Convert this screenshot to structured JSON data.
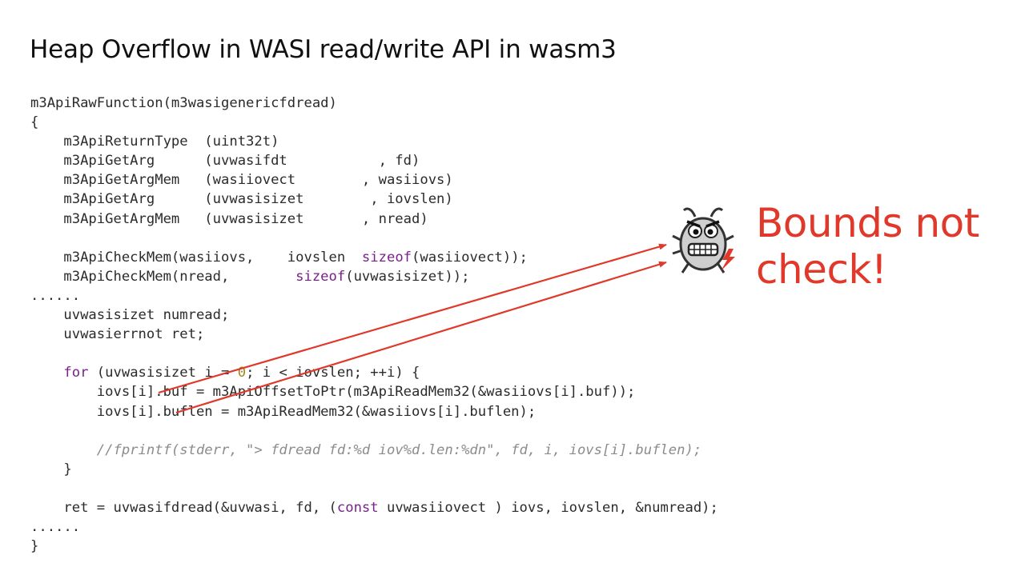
{
  "slide": {
    "title": "Heap Overflow in WASI read/write API in wasm3"
  },
  "code": {
    "lines": [
      [
        {
          "t": "m3ApiRawFunction(m3wasigenericfdread)"
        }
      ],
      [
        {
          "t": "{"
        }
      ],
      [
        {
          "t": "    m3ApiReturnType  (uint32t)"
        }
      ],
      [
        {
          "t": "    m3ApiGetArg      (uvwasifdt           , fd)"
        }
      ],
      [
        {
          "t": "    m3ApiGetArgMem   (wasiiovect        , wasiiovs)"
        }
      ],
      [
        {
          "t": "    m3ApiGetArg      (uvwasisizet        , iovslen)"
        }
      ],
      [
        {
          "t": "    m3ApiGetArgMem   (uvwasisizet       , nread)"
        }
      ],
      [
        {
          "t": ""
        }
      ],
      [
        {
          "t": "    m3ApiCheckMem(wasiiovs,    iovslen  "
        },
        {
          "t": "sizeof",
          "c": "kw"
        },
        {
          "t": "(wasiiovect));"
        }
      ],
      [
        {
          "t": "    m3ApiCheckMem(nread,        "
        },
        {
          "t": "sizeof",
          "c": "kw"
        },
        {
          "t": "(uvwasisizet));"
        }
      ],
      [
        {
          "t": "......"
        }
      ],
      [
        {
          "t": "    uvwasisizet numread;"
        }
      ],
      [
        {
          "t": "    uvwasierrnot ret;"
        }
      ],
      [
        {
          "t": ""
        }
      ],
      [
        {
          "t": "    "
        },
        {
          "t": "for",
          "c": "kw"
        },
        {
          "t": " (uvwasisizet i = "
        },
        {
          "t": "0",
          "c": "num"
        },
        {
          "t": "; i < iovslen; ++i) {"
        }
      ],
      [
        {
          "t": "        iovs[i].buf = m3ApiOffsetToPtr(m3ApiReadMem32(&wasiiovs[i].buf));"
        }
      ],
      [
        {
          "t": "        iovs[i].buflen = m3ApiReadMem32(&wasiiovs[i].buflen);"
        }
      ],
      [
        {
          "t": ""
        }
      ],
      [
        {
          "t": "        //fprintf(stderr, \"> fdread fd:%d iov%d.len:%dn\", fd, i, iovs[i].buflen);",
          "c": "cmt"
        }
      ],
      [
        {
          "t": "    }"
        }
      ],
      [
        {
          "t": ""
        }
      ],
      [
        {
          "t": "    ret = uvwasifdread(&uvwasi, fd, ("
        },
        {
          "t": "const",
          "c": "kw"
        },
        {
          "t": " uvwasiiovect ) iovs, iovslen, &numread);"
        }
      ],
      [
        {
          "t": "......"
        }
      ],
      [
        {
          "t": "}"
        }
      ]
    ]
  },
  "callout": {
    "line1": "Bounds not",
    "line2": "check!",
    "color": "#e0392b"
  },
  "bug_icon": {
    "icon": "angry-bug-icon"
  }
}
